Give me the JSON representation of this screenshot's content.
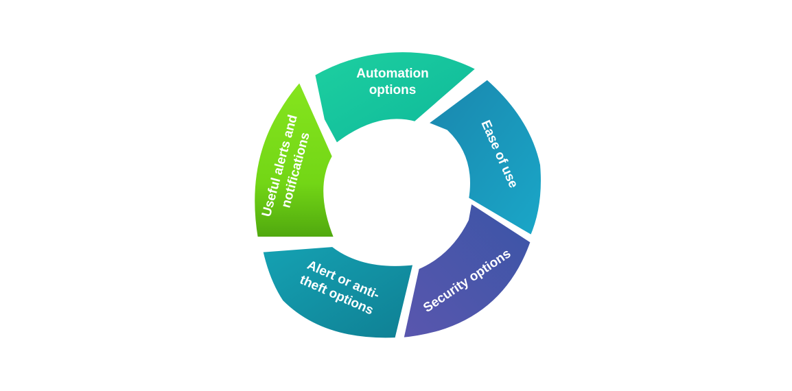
{
  "diagram": {
    "segments": [
      {
        "id": "automation",
        "lines": [
          "Automation",
          "options"
        ],
        "color": "#16c394",
        "color2": "#0fbf9c"
      },
      {
        "id": "ease",
        "lines": [
          "Ease of use"
        ],
        "color": "#168cb0",
        "color2": "#18a6c6"
      },
      {
        "id": "security",
        "lines": [
          "Security options"
        ],
        "color": "#3f56a6",
        "color2": "#5a57ae"
      },
      {
        "id": "alert",
        "lines": [
          "Alert or anti-",
          "theft options"
        ],
        "color": "#12859a",
        "color2": "#14a0b0"
      },
      {
        "id": "useful",
        "lines": [
          "Useful alerts and",
          "notifications"
        ],
        "color": "#58b812",
        "color2": "#7fe01e"
      }
    ]
  }
}
